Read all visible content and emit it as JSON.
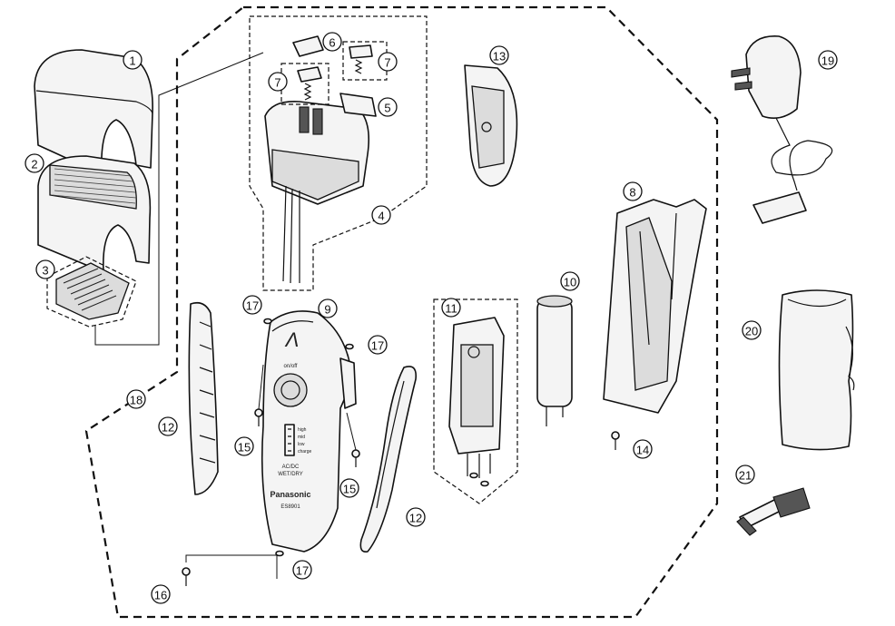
{
  "diagram": {
    "callouts": [
      {
        "id": "c1",
        "number": "1"
      },
      {
        "id": "c2",
        "number": "2"
      },
      {
        "id": "c3",
        "number": "3"
      },
      {
        "id": "c4",
        "number": "4"
      },
      {
        "id": "c5",
        "number": "5"
      },
      {
        "id": "c6",
        "number": "6"
      },
      {
        "id": "c7a",
        "number": "7"
      },
      {
        "id": "c7b",
        "number": "7"
      },
      {
        "id": "c8",
        "number": "8"
      },
      {
        "id": "c9",
        "number": "9"
      },
      {
        "id": "c10",
        "number": "10"
      },
      {
        "id": "c11",
        "number": "11"
      },
      {
        "id": "c12a",
        "number": "12"
      },
      {
        "id": "c12b",
        "number": "12"
      },
      {
        "id": "c13",
        "number": "13"
      },
      {
        "id": "c14",
        "number": "14"
      },
      {
        "id": "c15a",
        "number": "15"
      },
      {
        "id": "c15b",
        "number": "15"
      },
      {
        "id": "c16",
        "number": "16"
      },
      {
        "id": "c17a",
        "number": "17"
      },
      {
        "id": "c17b",
        "number": "17"
      },
      {
        "id": "c17c",
        "number": "17"
      },
      {
        "id": "c18",
        "number": "18"
      },
      {
        "id": "c19",
        "number": "19"
      },
      {
        "id": "c20",
        "number": "20"
      },
      {
        "id": "c21",
        "number": "21"
      }
    ],
    "body_print": {
      "logo": "Λ",
      "switch": "on/off",
      "levels": [
        "high",
        "mid",
        "low",
        "charge"
      ],
      "model_line1": "AC/DC",
      "model_line2": "WET/DRY",
      "brand": "Panasonic",
      "model": "ES8901"
    }
  }
}
